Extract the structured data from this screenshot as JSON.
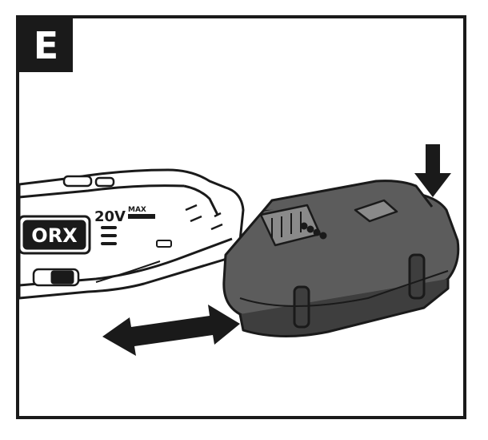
{
  "step_label": "E",
  "tool": {
    "brand_text": "ORX",
    "voltage_text": "20V",
    "max_text": "MAX"
  },
  "colors": {
    "ink": "#1a1a1a",
    "battery_fill": "#5c5c5c",
    "battery_shade": "#3e3e3e",
    "paper": "#ffffff"
  }
}
